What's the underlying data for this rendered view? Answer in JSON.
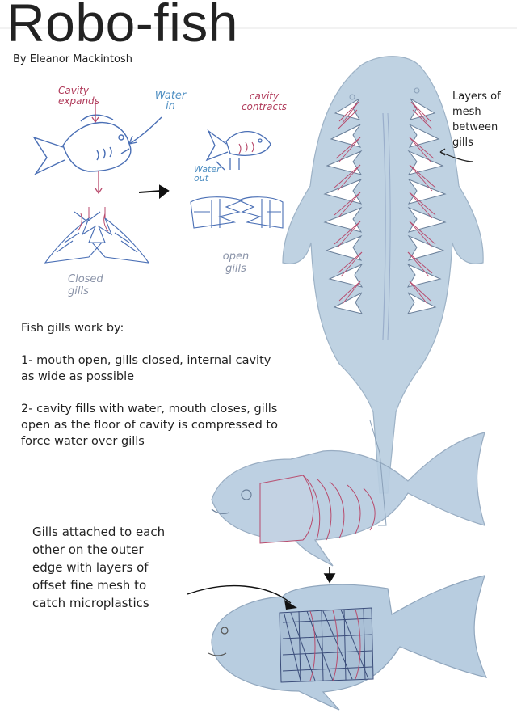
{
  "title": "Robo-fish",
  "author": "By Eleanor Mackintosh",
  "sketch_labels": {
    "cavity_expands": "Cavity\nexpands",
    "water_in": "Water\nin",
    "cavity_contracts": "cavity\ncontracts",
    "water_out": "Water\nout",
    "closed_gills": "Closed\ngills",
    "open_gills": "open\ngills"
  },
  "mesh_note": "Layers of\nmesh\nbetween\ngills",
  "explanation": {
    "heading": "Fish gills work by:",
    "step1": "1- mouth open, gills closed, internal cavity\nas wide as possible",
    "step2": "2- cavity fills with water, mouth closes, gills\nopen as the floor of cavity is compressed to\nforce water over gills"
  },
  "gills_note": "Gills attached to each\nother on the outer\nedge with layers of\noffset fine mesh to\ncatch microplastics",
  "colors": {
    "fish_fill": "#b9cedf",
    "fish_stroke": "#8aa0b8",
    "gill_red": "#b84a6c",
    "sketch_blue": "#4a6fb5",
    "ink": "#222222"
  }
}
